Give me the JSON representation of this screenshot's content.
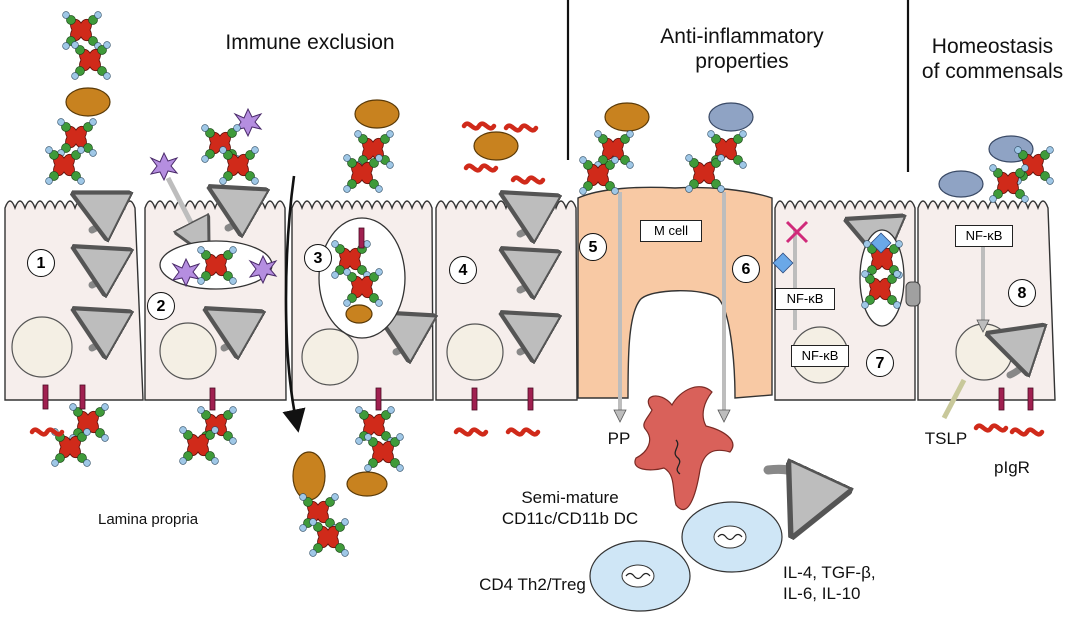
{
  "sections": {
    "immune_exclusion": "Immune exclusion",
    "anti_inflammatory": "Anti-inflammatory\nproperties",
    "homeostasis": "Homeostasis\nof commensals"
  },
  "steps": [
    "1",
    "2",
    "3",
    "4",
    "5",
    "6",
    "7",
    "8"
  ],
  "labels": {
    "m_cell": "M cell",
    "nfkb_top": "NF-κB",
    "nfkb_mid": "NF-κB",
    "nfkb_nucleus": "NF-κB",
    "pp": "PP",
    "tslp": "TSLP",
    "pigr": "pIgR",
    "lamina_propria": "Lamina propria",
    "dc": "Semi-mature\nCD11c/CD11b DC",
    "tcell": "CD4 Th2/Treg",
    "cytokines": "IL-4, TGF-β,\nIL-6, IL-10"
  },
  "colors": {
    "epithelium": "#f6eeec",
    "mcell": "#f8c9a4",
    "dc": "#d9615a",
    "tcell": "#cfe6f6",
    "antigen_brown": "#c8821f",
    "commensal_blue": "#8fa3c4",
    "iga_green": "#3f9a3a",
    "iga_red": "#d02a1a",
    "receptor": "#a02050",
    "arrow_grey": "#bdbdbd"
  }
}
